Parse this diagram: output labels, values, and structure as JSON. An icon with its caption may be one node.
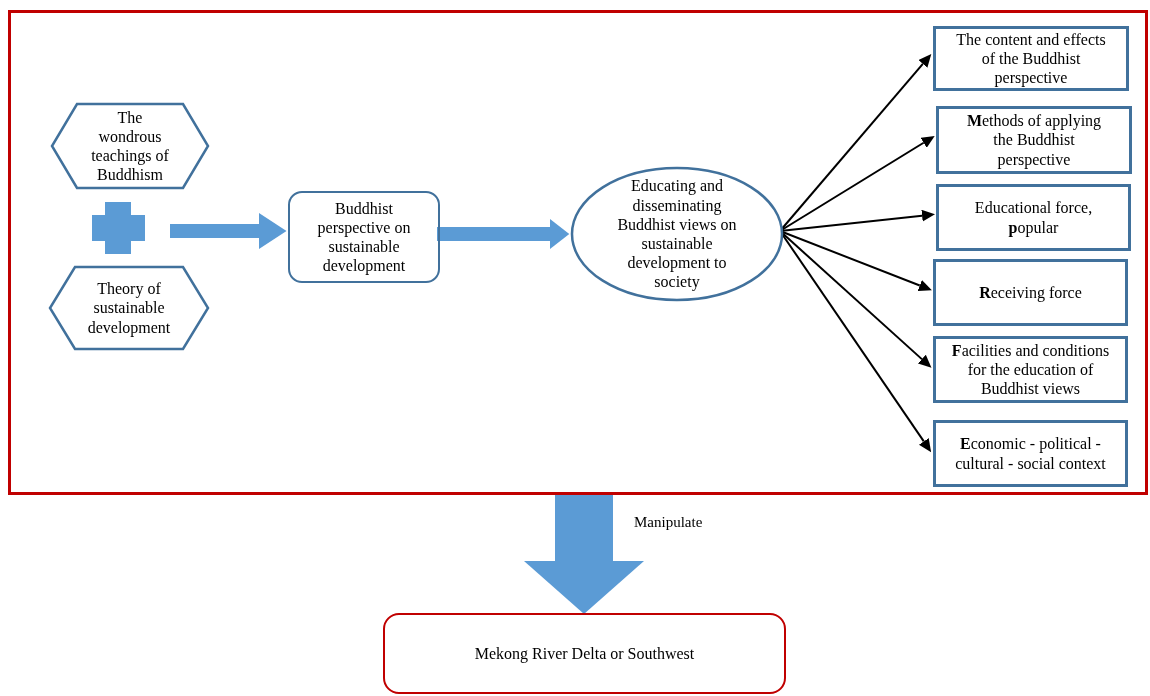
{
  "diagram": {
    "nodes": [
      {
        "text": [],
        "shape": "box"
      },
      {
        "text": [
          "The wondrous teachings of Buddhism"
        ],
        "in": 0
      },
      {
        "text": [
          "Theory of sustainable development"
        ],
        "in": 0
      },
      {
        "text": [
          "Buddhist perspective on sustainable development"
        ],
        "in": 0
      },
      {
        "text": [
          "Educating and disseminating Buddhist views on sustainable development to society"
        ],
        "in": 0
      },
      {
        "text": [
          "The content and effects of the Buddhist perspective"
        ],
        "in": 0
      },
      {
        "text": [
          "**M**ethods of applying the Buddhist perspective"
        ],
        "in": 0
      },
      {
        "text": [
          "Educational force, **p**opular"
        ],
        "in": 0
      },
      {
        "text": [
          "**R**eceiving force"
        ],
        "in": 0
      },
      {
        "text": [
          "**F**acilities and conditions for the education of Buddhist views"
        ],
        "in": 0
      },
      {
        "text": [
          "**E**conomic - political - cultural - social context"
        ],
        "in": 0
      },
      {
        "text": [
          "Mekong River Delta or Southwest"
        ]
      }
    ],
    "edges": [
      {
        "from": null,
        "to": 3,
        "arrow": "to",
        "style": "thick",
        "color": "#5b9bd5"
      },
      {
        "from": 3,
        "to": 4,
        "arrow": "to",
        "style": "thick",
        "color": "#5b9bd5"
      },
      {
        "from": 4,
        "to": 5,
        "arrow": "to"
      },
      {
        "from": 4,
        "to": 6,
        "arrow": "to"
      },
      {
        "from": 4,
        "to": 7,
        "arrow": "to"
      },
      {
        "from": 4,
        "to": 8,
        "arrow": "to"
      },
      {
        "from": 4,
        "to": 9,
        "arrow": "to"
      },
      {
        "from": 4,
        "to": 10,
        "arrow": "to"
      },
      {
        "from": 0,
        "to": 11,
        "label": "Manipulate",
        "arrow": "to",
        "style": "thick",
        "color": "#5b9bd5"
      }
    ]
  }
}
